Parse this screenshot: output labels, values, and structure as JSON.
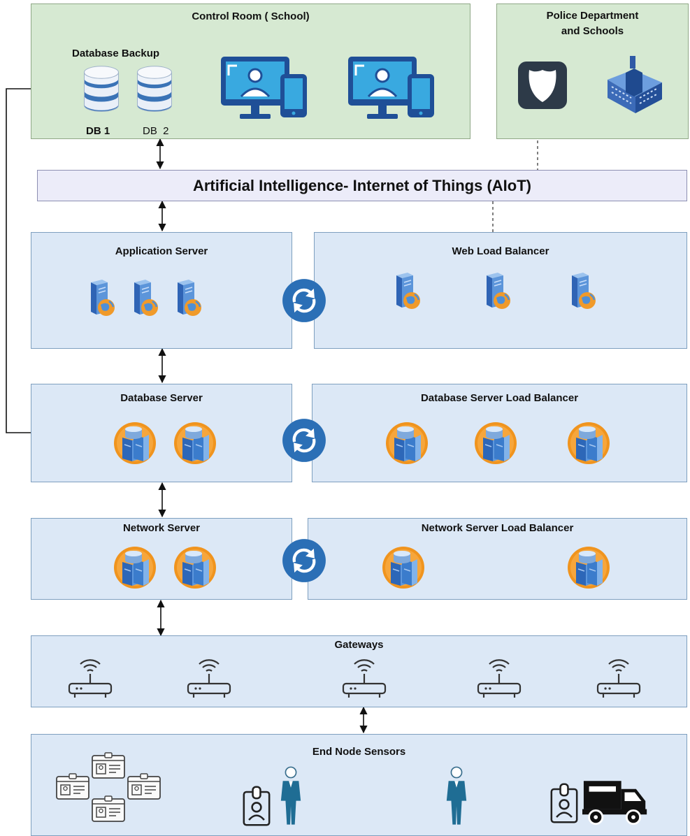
{
  "control_room": {
    "title": "Control Room ( School)",
    "database_backup_label": "Database Backup",
    "db1_label": "DB 1",
    "db2_label": "DB  2"
  },
  "police": {
    "title_line1": "Police Department",
    "title_line2": "and Schools"
  },
  "aiot": {
    "title": "Artificial Intelligence- Internet of Things (AIoT)"
  },
  "application_server": {
    "title": "Application Server"
  },
  "web_load_balancer": {
    "title": "Web Load Balancer"
  },
  "database_server": {
    "title": "Database Server"
  },
  "database_server_lb": {
    "title": "Database Server Load Balancer"
  },
  "network_server": {
    "title": "Network Server"
  },
  "network_server_lb": {
    "title": "Network Server Load Balancer"
  },
  "gateways": {
    "title": "Gateways"
  },
  "end_nodes": {
    "title": "End Node Sensors"
  },
  "colors": {
    "layer_fill": "#dce8f6",
    "control_fill": "#d6e9d2",
    "aiot_fill": "#ececf9",
    "sync_blue": "#2b6fb6",
    "monitor_blue": "#2a6db5",
    "server_orange": "#f0941e"
  },
  "icons": {
    "database": "database-icon",
    "workstation": "workstation-icon",
    "police_badge": "police-badge-icon",
    "school_building": "school-building-icon",
    "app_server": "web-server-icon",
    "db_server": "database-server-icon",
    "sync": "sync-icon",
    "router": "wifi-router-icon",
    "id_card": "id-card-icon",
    "person": "person-icon",
    "truck": "truck-icon"
  }
}
